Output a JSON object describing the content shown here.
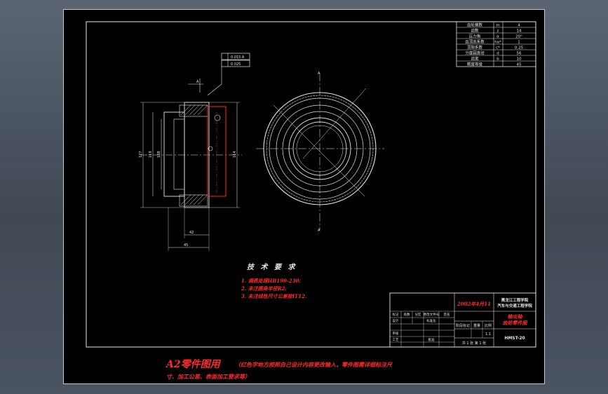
{
  "params": {
    "rows": [
      {
        "name": "齿轮模数",
        "sym": "m",
        "val": "4"
      },
      {
        "name": "齿数",
        "sym": "z",
        "val": "14"
      },
      {
        "name": "压力角",
        "sym": "α",
        "val": "20°"
      },
      {
        "name": "齿顶高系数",
        "sym": "ha*",
        "val": "1"
      },
      {
        "name": "顶隙系数",
        "sym": "c*",
        "val": "0.25"
      },
      {
        "name": "分度圆直径",
        "sym": "d",
        "val": "56"
      },
      {
        "name": "齿宽",
        "sym": "b",
        "val": "10"
      },
      {
        "name": "精度等级",
        "sym": "",
        "val": "45"
      }
    ]
  },
  "tolerance": {
    "val1": "0.015 A",
    "val2": "0.025"
  },
  "datum": {
    "label": "A"
  },
  "dims": {
    "d1": "127",
    "d2": "119",
    "d3": "108",
    "d4": "114",
    "bottom1": "42",
    "bottom2": "45"
  },
  "tech": {
    "title": "技 术 要 求",
    "items": [
      "1. 调质处理HB190-230;",
      "2. 未注圆角半径R2;",
      "3. 未注线性尺寸公差按IT12."
    ]
  },
  "titleblock": {
    "date": "2002年4月11",
    "school_line1": "黑龙江工程学院",
    "school_line2": "汽车与交通工程学院",
    "part_name_line1": "输出轴",
    "part_name_line2": "齿轮零件图",
    "drawing_no": "HMST-20",
    "row_labels": [
      "标记",
      "处数",
      "分区",
      "更改文件号",
      "签名",
      "年月日"
    ],
    "design": "设计",
    "standard": "标准化",
    "check": "审核",
    "craft": "工艺",
    "approve": "批准",
    "stage": "阶段标记",
    "weight": "重量",
    "scale": "比例",
    "scale_val": "1:1",
    "sheet_info": "共 1 张  第 1 张"
  },
  "caption": {
    "big": "A2零件图用",
    "line1": "（红色字地方按照自己设计内容更改输入，零件图需详细标注尺",
    "line2": "寸、加工公差、表面加工要求等）"
  }
}
